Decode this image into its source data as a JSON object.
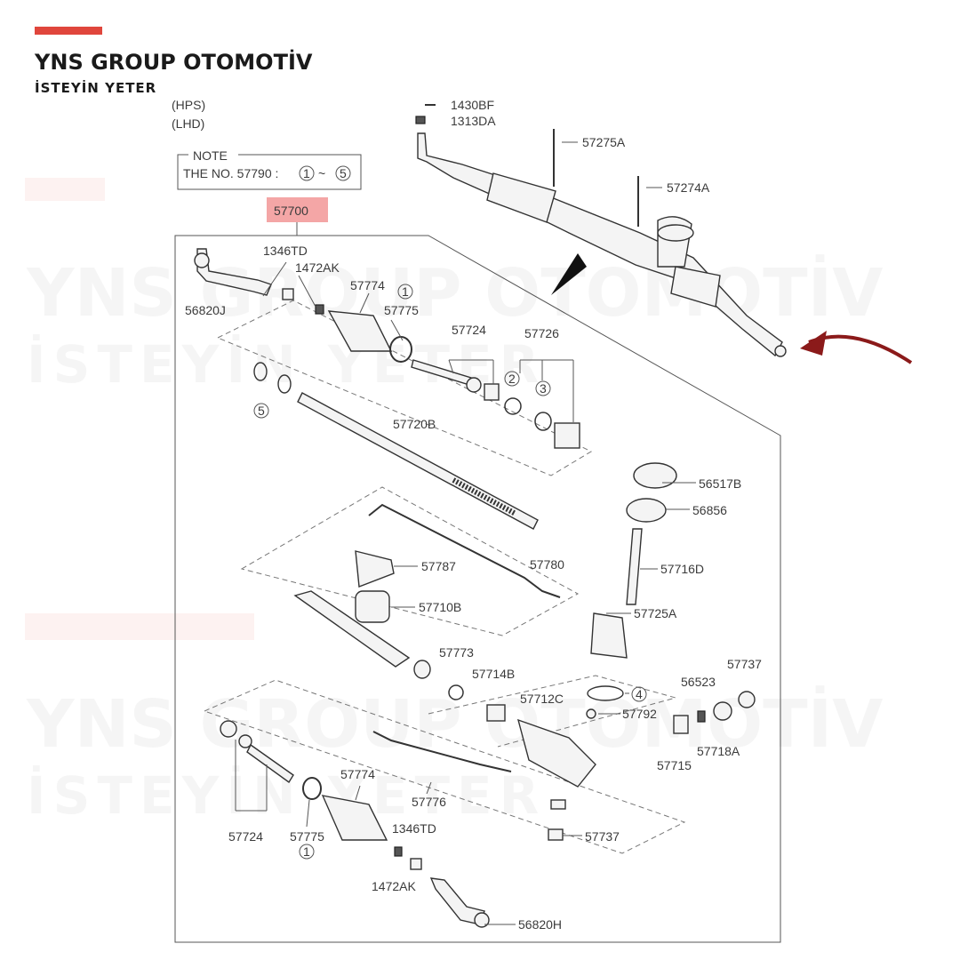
{
  "brand": {
    "title": "YNS GROUP OTOMOTİV",
    "subtitle": "İSTEYİN YETER",
    "accent_color": "#e0463c"
  },
  "watermark": {
    "line1": "YNS GROUP OTOMOTİV",
    "line2": "İSTEYİN YETER"
  },
  "diagram": {
    "hps": "(HPS)",
    "lhd": "(LHD)",
    "note_title": "NOTE",
    "note_text": "THE NO. 57790 :",
    "note_from": "1",
    "note_sep": "~",
    "note_to": "5",
    "main_part": "57700",
    "highlight_color": "#f08080",
    "arrow_color": "#8b1a1a",
    "labels": {
      "p1430BF": "1430BF",
      "p1313DA": "1313DA",
      "p57275A": "57275A",
      "p57274A": "57274A",
      "p1346TD_top": "1346TD",
      "p1472AK_top": "1472AK",
      "p56820J": "56820J",
      "p57774_top": "57774",
      "c1_top": "1",
      "p57775_top": "57775",
      "p57724_top": "57724",
      "p57726": "57726",
      "c2": "2",
      "c3": "3",
      "c5": "5",
      "p57720B": "57720B",
      "p56517B": "56517B",
      "p56856": "56856",
      "p57787": "57787",
      "p57780": "57780",
      "p57716D": "57716D",
      "p57710B": "57710B",
      "p57725A": "57725A",
      "p57773": "57773",
      "p57714B": "57714B",
      "p57712C": "57712C",
      "c4": "4",
      "p57792": "57792",
      "p56523": "56523",
      "p57737_right": "57737",
      "p57715": "57715",
      "p57718A": "57718A",
      "p57774_bot": "57774",
      "p57776": "57776",
      "p57724_bot": "57724",
      "p57775_bot": "57775",
      "c1_bot": "1",
      "p1346TD_bot": "1346TD",
      "p1472AK_bot": "1472AK",
      "p57737_bot": "57737",
      "p56820H": "56820H"
    }
  }
}
